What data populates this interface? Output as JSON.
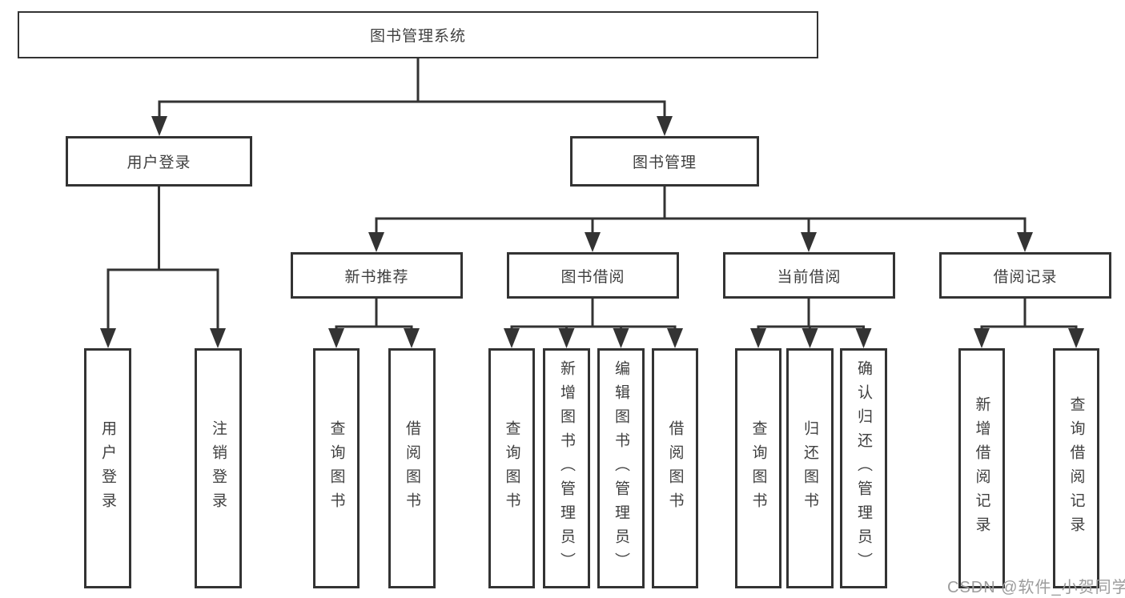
{
  "diagram": {
    "type": "org-chart",
    "root": {
      "label": "图书管理系统"
    },
    "branches": [
      {
        "label": "用户登录",
        "children": [
          {
            "label": "用户登录"
          },
          {
            "label": "注销登录"
          }
        ]
      },
      {
        "label": "图书管理",
        "children": [
          {
            "label": "新书推荐",
            "children": [
              {
                "label": "查询图书"
              },
              {
                "label": "借阅图书"
              }
            ]
          },
          {
            "label": "图书借阅",
            "children": [
              {
                "label": "查询图书"
              },
              {
                "label": "新增图书（管理员）"
              },
              {
                "label": "编辑图书（管理员）"
              },
              {
                "label": "借阅图书"
              }
            ]
          },
          {
            "label": "当前借阅",
            "children": [
              {
                "label": "查询图书"
              },
              {
                "label": "归还图书"
              },
              {
                "label": "确认归还（管理员）"
              }
            ]
          },
          {
            "label": "借阅记录",
            "children": [
              {
                "label": "新增借阅记录"
              },
              {
                "label": "查询借阅记录"
              }
            ]
          }
        ]
      }
    ]
  },
  "watermark": {
    "text": "CSDN @软件_小贺同学"
  },
  "colors": {
    "line": "#333333",
    "text": "#3f3f3f",
    "watermark": "#9c9c9c",
    "background": "#ffffff"
  }
}
